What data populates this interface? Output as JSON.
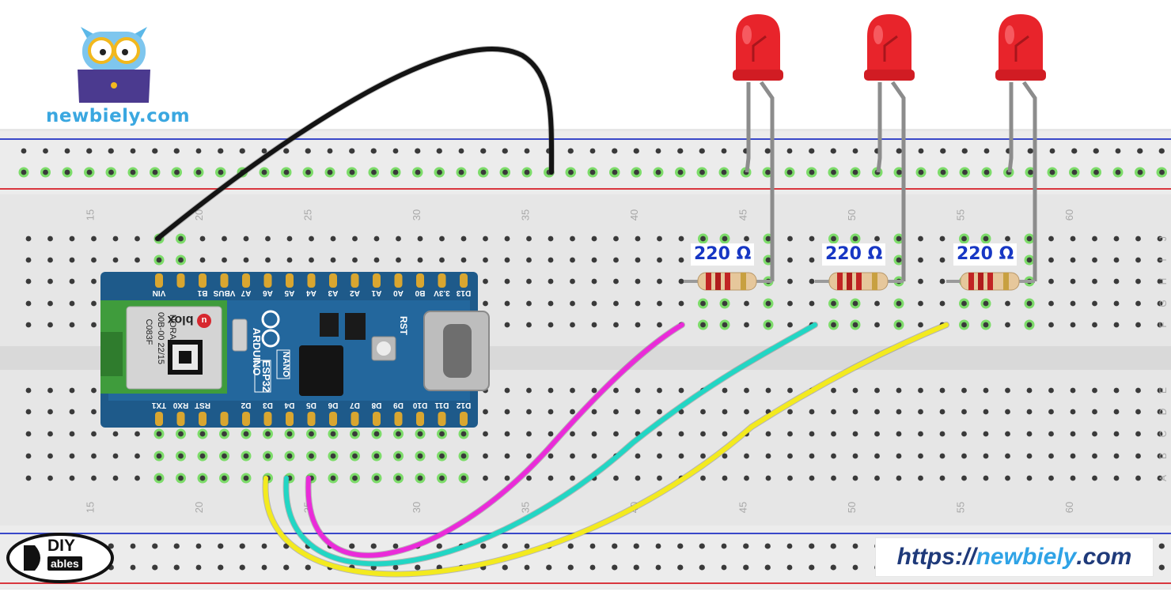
{
  "branding": {
    "site_name": "newbiely.com",
    "url_prefix": "https://",
    "url_domain": "newbiely",
    "url_suffix": ".com",
    "diy_logo_top": "DIY",
    "diy_logo_bottom": "ables",
    "owl_icon": "owl-laptop-logo-icon"
  },
  "breadboard": {
    "column_numbers": [
      "15",
      "20",
      "25",
      "30",
      "35",
      "40",
      "45",
      "50",
      "55",
      "60"
    ],
    "row_letters_top": [
      "J",
      "I",
      "H",
      "G",
      "F"
    ],
    "row_letters_bottom": [
      "E",
      "D",
      "C",
      "B",
      "A"
    ],
    "colors": {
      "body": "#e6e6e6",
      "hole": "#3a3a3a",
      "active_hole": "#7ddc6a",
      "rail_red": "#d9363e",
      "rail_blue": "#3948c9"
    }
  },
  "board": {
    "model": "NANO",
    "variant": "ESP32",
    "brand": "ARDUINO",
    "module_brand": "blox",
    "module_brand_prefix": "u",
    "module_lines": [
      "C083F",
      "00B-00 22/15",
      "NORA-W106"
    ],
    "button_label": "RST",
    "top_pins": [
      "VIN",
      "",
      "B1",
      "VBUS",
      "A7",
      "A6",
      "A5",
      "A4",
      "A3",
      "A2",
      "A1",
      "A0",
      "B0",
      "3.3V",
      "D13"
    ],
    "bottom_pins": [
      "TX1",
      "RX0",
      "RST",
      "",
      "D2",
      "D3",
      "D4",
      "D5",
      "D6",
      "D7",
      "D8",
      "D9",
      "D10",
      "D11",
      "D12"
    ],
    "colors": {
      "pcb": "#1e5a8a",
      "module": "#3f9c3c"
    }
  },
  "resistors": [
    {
      "label": "220 Ω"
    },
    {
      "label": "220 Ω"
    },
    {
      "label": "220 Ω"
    }
  ],
  "leds": [
    {
      "color": "#e8242b"
    },
    {
      "color": "#e8242b"
    },
    {
      "color": "#e8242b"
    }
  ],
  "wires": [
    {
      "name": "ground-wire",
      "color": "#141414"
    },
    {
      "name": "d6-wire",
      "color": "#ea2bd9"
    },
    {
      "name": "d5-wire",
      "color": "#22d6c4"
    },
    {
      "name": "d4-wire",
      "color": "#f3ea1f"
    }
  ]
}
